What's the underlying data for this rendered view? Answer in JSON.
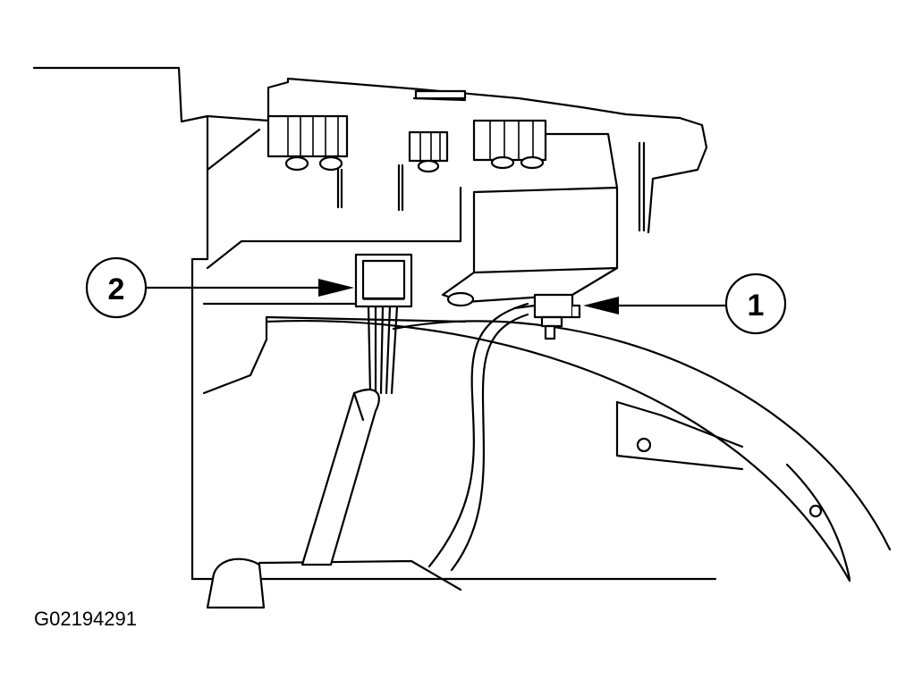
{
  "figure": {
    "callouts": [
      {
        "label": "1"
      },
      {
        "label": "2"
      }
    ],
    "figure_id": "G02194291",
    "colors": {
      "line": "#000000",
      "background": "#ffffff"
    }
  }
}
